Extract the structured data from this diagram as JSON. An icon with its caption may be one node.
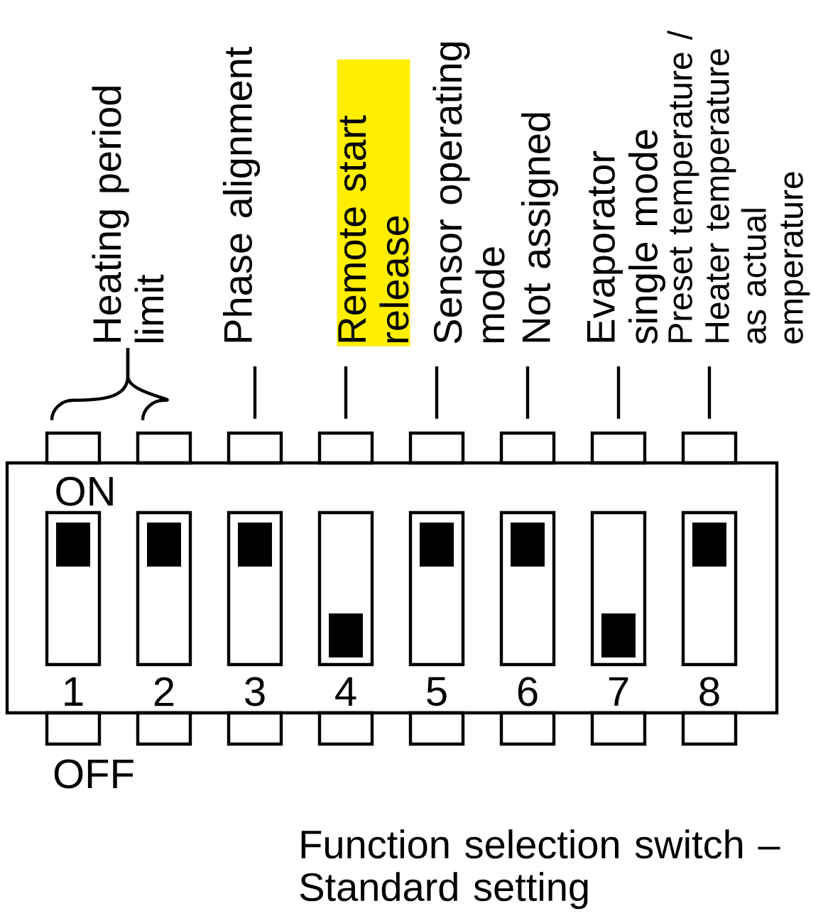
{
  "diagram": {
    "caption": "Function selection switch – Standard setting",
    "nodes": [
      {
        "text": [
          "Heating period limit"
        ]
      },
      {
        "text": [
          "Phase alignment"
        ]
      },
      {
        "text": [
          "Remote start release"
        ]
      },
      {
        "text": [
          "Sensor operating mode"
        ]
      },
      {
        "text": [
          "Not assigned"
        ]
      },
      {
        "text": [
          "Evaporator single mode"
        ]
      },
      {
        "text": [
          "Preset temperature / Heater temperature as actual emperature"
        ]
      },
      {
        "text": [],
        "shape": "box"
      },
      {
        "text": [],
        "shape": "box"
      },
      {
        "text": [],
        "shape": "box"
      },
      {
        "text": [],
        "shape": "box"
      },
      {
        "text": [],
        "shape": "box"
      },
      {
        "text": [],
        "shape": "box"
      },
      {
        "text": [],
        "shape": "box"
      },
      {
        "text": [],
        "shape": "box"
      }
    ],
    "edges": [
      {
        "from": 0,
        "to": 7,
        "arrow": "none"
      },
      {
        "from": 0,
        "to": 8,
        "arrow": "none"
      },
      {
        "from": 1,
        "to": 9,
        "arrow": "none"
      },
      {
        "from": 2,
        "to": 10,
        "arrow": "none"
      },
      {
        "from": 3,
        "to": 11,
        "arrow": "none"
      },
      {
        "from": 4,
        "to": 12,
        "arrow": "none"
      },
      {
        "from": 5,
        "to": 13,
        "arrow": "none"
      },
      {
        "from": 6,
        "to": 14,
        "arrow": "none"
      }
    ],
    "labels": [
      "ON",
      "1",
      "2",
      "3",
      "4",
      "5",
      "6",
      "7",
      "8",
      "OFF"
    ]
  }
}
